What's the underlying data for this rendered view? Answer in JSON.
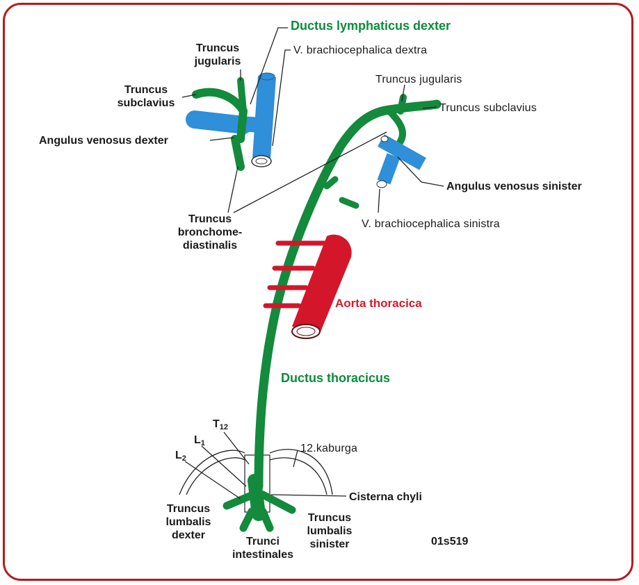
{
  "labels": {
    "ductus_lymphaticus_dexter": "Ductus lymphaticus dexter",
    "truncus_jugularis_right": [
      "Truncus",
      "jugularis"
    ],
    "v_brachiocephalica_dextra": "V. brachiocephalica dextra",
    "truncus_subclavius_right": [
      "Truncus",
      "subclavius"
    ],
    "angulus_venosus_dexter": "Angulus  venosus dexter",
    "truncus_jugularis_left": "Truncus jugularis",
    "truncus_subclavius_left": "Truncus subclavius",
    "angulus_venosus_sinister": "Angulus venosus sinister",
    "v_brachiocephalica_sinistra": "V. brachiocephalica sinistra",
    "truncus_bronchomediastinalis": [
      "Truncus",
      "bronchome-",
      "diastinalis"
    ],
    "aorta_thoracica": "Aorta thoracica",
    "ductus_thoracicus": "Ductus thoracicus",
    "t12": "T",
    "t12_sub": "12",
    "l1": "L",
    "l1_sub": "1",
    "l2": "L",
    "l2_sub": "2",
    "kaburga": "12.kaburga",
    "cisterna_chyli": "Cisterna chyli",
    "truncus_lumbalis_dexter": [
      "Truncus",
      "lumbalis",
      "dexter"
    ],
    "trunci_intestinales": [
      "Trunci",
      "intestinales"
    ],
    "truncus_lumbalis_sinister": [
      "Truncus",
      "lumbalis",
      "sinister"
    ],
    "figure_code": "01s519"
  },
  "colors": {
    "frame": "#b51a20",
    "lymph": "#138a3c",
    "vein": "#2f8fd8",
    "artery": "#d3162a",
    "label_green": "#0e8b3e",
    "label_red": "#d9192a",
    "text": "#1a1a1a"
  }
}
